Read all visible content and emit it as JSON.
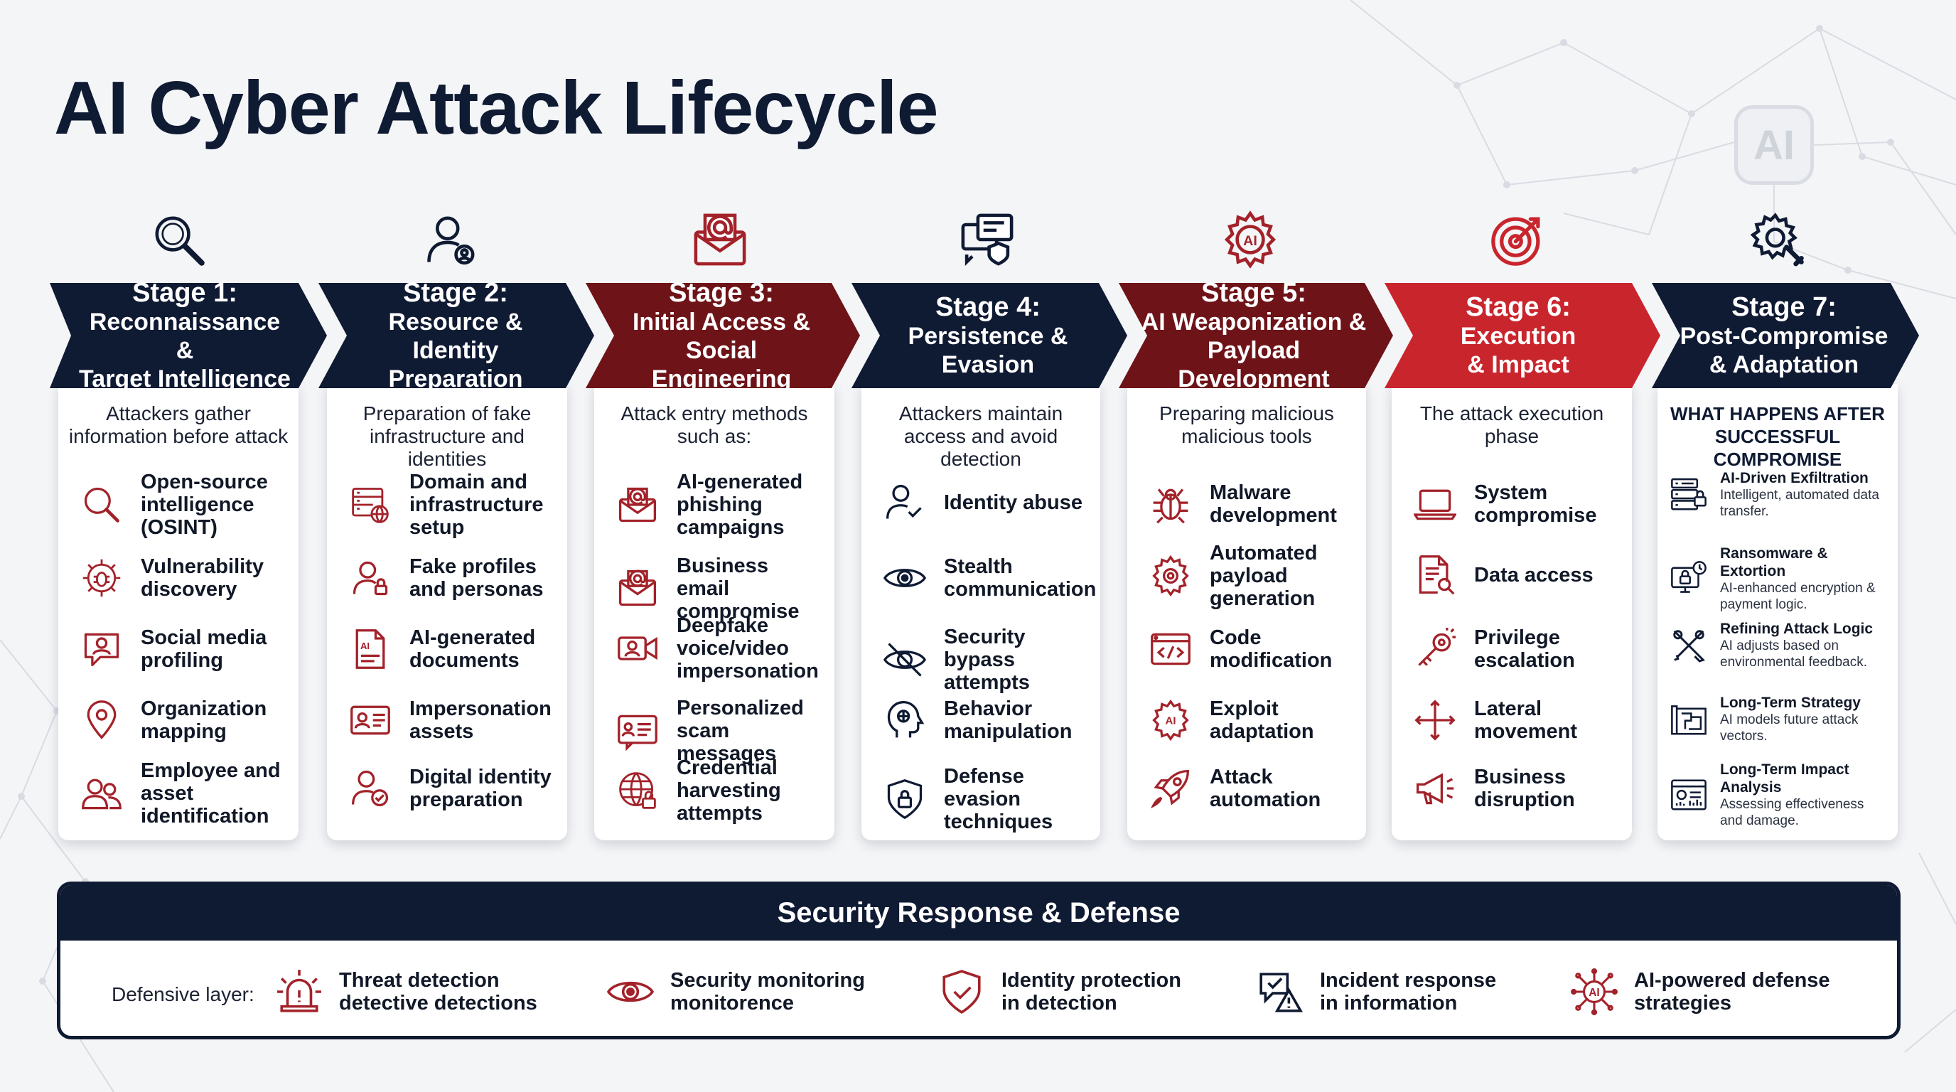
{
  "title": "AI Cyber Attack Lifecycle",
  "badge": "AI",
  "colors": {
    "navy": "#0f1a33",
    "maroon": "#6e1419",
    "red": "#c9252d",
    "icon_red": "#a3222a"
  },
  "stages": [
    {
      "num": "Stage 1:",
      "name_line1": "Reconnaissance &",
      "name_line2": "Target Intelligence",
      "header_icon": "magnifier-icon",
      "intro_line1": "Attackers gather",
      "intro_line2": "information before attack",
      "items": [
        {
          "label_line1": "Open-source",
          "label_line2": "intelligence",
          "label_line3": "(OSINT)",
          "icon": "search-icon"
        },
        {
          "label_line1": "Vulnerability",
          "label_line2": "discovery",
          "icon": "bug-gear-icon"
        },
        {
          "label_line1": "Social media",
          "label_line2": "profiling",
          "icon": "chat-profile-icon"
        },
        {
          "label_line1": "Organization",
          "label_line2": "mapping",
          "icon": "map-pin-icon"
        },
        {
          "label_line1": "Employee and",
          "label_line2": "asset",
          "label_line3": "identification",
          "icon": "users-icon"
        }
      ]
    },
    {
      "num": "Stage 2:",
      "name_line1": "Resource & Identity",
      "name_line2": "Preparation",
      "header_icon": "user-settings-icon",
      "intro_line1": "Preparation of fake",
      "intro_line2": "infrastructure and identities",
      "items": [
        {
          "label_line1": "Domain and",
          "label_line2": "infrastructure",
          "label_line3": "setup",
          "icon": "server-globe-icon"
        },
        {
          "label_line1": "Fake profiles",
          "label_line2": "and personas",
          "icon": "fake-user-icon"
        },
        {
          "label_line1": "AI-generated",
          "label_line2": "documents",
          "icon": "ai-document-icon"
        },
        {
          "label_line1": "Impersonation",
          "label_line2": "assets",
          "icon": "id-card-icon"
        },
        {
          "label_line1": "Digital identity",
          "label_line2": "preparation",
          "icon": "user-check-icon"
        }
      ]
    },
    {
      "num": "Stage 3:",
      "name_line1": "Initial Access &",
      "name_line2": "Social Engineering",
      "header_icon": "email-at-icon",
      "intro_line1": "Attack entry methods",
      "intro_line2": "such as:",
      "items": [
        {
          "label_line1": "AI-generated",
          "label_line2": "phishing",
          "label_line3": "campaigns",
          "icon": "phishing-mail-icon"
        },
        {
          "label_line1": "Business email",
          "label_line2": "compromise",
          "icon": "email-at-icon"
        },
        {
          "label_line1": "Deepfake",
          "label_line2": "voice/video",
          "label_line3": "impersonation",
          "icon": "video-camera-icon"
        },
        {
          "label_line1": "Personalized",
          "label_line2": "scam messages",
          "icon": "message-card-icon"
        },
        {
          "label_line1": "Credential",
          "label_line2": "harvesting",
          "label_line3": "attempts",
          "icon": "globe-lock-icon"
        }
      ]
    },
    {
      "num": "Stage 4:",
      "name_line1": "Persistence &",
      "name_line2": "Evasion",
      "header_icon": "chat-shield-icon",
      "intro_line1": "Attackers maintain",
      "intro_line2": "access and avoid detection",
      "items": [
        {
          "label_line1": "Identity abuse",
          "label_line2": "",
          "icon": "user-check-icon"
        },
        {
          "label_line1": "Stealth",
          "label_line2": "communication",
          "icon": "eye-icon"
        },
        {
          "label_line1": "Security bypass",
          "label_line2": "attempts",
          "icon": "eye-off-icon"
        },
        {
          "label_line1": "Behavior",
          "label_line2": "manipulation",
          "icon": "head-brain-icon"
        },
        {
          "label_line1": "Defense evasion",
          "label_line2": "techniques",
          "icon": "shield-lock-icon"
        }
      ]
    },
    {
      "num": "Stage 5:",
      "name_line1": "AI Weaponization &",
      "name_line2": "Payload Development",
      "header_icon": "ai-gear-icon",
      "intro_line1": "Preparing malicious",
      "intro_line2": "malicious tools",
      "items": [
        {
          "label_line1": "Malware",
          "label_line2": "development",
          "icon": "bug-icon"
        },
        {
          "label_line1": "Automated",
          "label_line2": "payload",
          "label_line3": "generation",
          "icon": "gear-icon"
        },
        {
          "label_line1": "Code",
          "label_line2": "modification",
          "icon": "code-window-icon"
        },
        {
          "label_line1": "Exploit",
          "label_line2": "adaptation",
          "icon": "ai-chip-icon"
        },
        {
          "label_line1": "Attack",
          "label_line2": "automation",
          "icon": "rocket-icon"
        }
      ]
    },
    {
      "num": "Stage 6:",
      "name_line1": "Execution",
      "name_line2": "& Impact",
      "header_icon": "target-icon",
      "intro_line1": "The attack execution",
      "intro_line2": "phase",
      "items": [
        {
          "label_line1": "System",
          "label_line2": "compromise",
          "icon": "laptop-icon"
        },
        {
          "label_line1": "Data access",
          "label_line2": "",
          "icon": "document-search-icon"
        },
        {
          "label_line1": "Privilege",
          "label_line2": "escalation",
          "icon": "key-icon"
        },
        {
          "label_line1": "Lateral",
          "label_line2": "movement",
          "icon": "move-arrows-icon"
        },
        {
          "label_line1": "Business",
          "label_line2": "disruption",
          "icon": "megaphone-icon"
        }
      ]
    },
    {
      "num": "Stage 7:",
      "name_line1": "Post-Compromise",
      "name_line2": "& Adaptation",
      "header_icon": "gear-wrench-icon",
      "intro_line1": "WHAT HAPPENS AFTER",
      "intro_line2": "SUCCESSFUL COMPROMISE",
      "items": [
        {
          "label_line1": "AI-Driven Exfiltration",
          "sub": "Intelligent, automated data transfer.",
          "icon": "server-stack-icon"
        },
        {
          "label_line1": "Ransomware & Extortion",
          "sub": "AI-enhanced encryption & payment logic.",
          "icon": "monitor-lock-icon"
        },
        {
          "label_line1": "Refining Attack Logic",
          "sub": "AI adjusts based on environmental feedback.",
          "icon": "tools-cross-icon"
        },
        {
          "label_line1": "Long-Term Strategy",
          "sub": "AI models future attack vectors.",
          "icon": "blueprint-icon"
        },
        {
          "label_line1": "Long-Term Impact Analysis",
          "sub": "Assessing effectiveness and damage.",
          "icon": "dashboard-icon"
        }
      ]
    }
  ],
  "defense": {
    "title": "Security Response & Defense",
    "layer_label": "Defensive layer:",
    "items": [
      {
        "line1": "Threat detection",
        "line2": "detective detections",
        "icon": "alarm-icon"
      },
      {
        "line1": "Security monitoring",
        "line2": "monitorence",
        "icon": "eye-icon"
      },
      {
        "line1": "Identity protection",
        "line2": "in detection",
        "icon": "shield-check-icon"
      },
      {
        "line1": "Incident response",
        "line2": "in information",
        "icon": "alert-chat-icon"
      },
      {
        "line1": "AI-powered defense",
        "line2": "strategies",
        "icon": "ai-chip-icon"
      }
    ]
  }
}
